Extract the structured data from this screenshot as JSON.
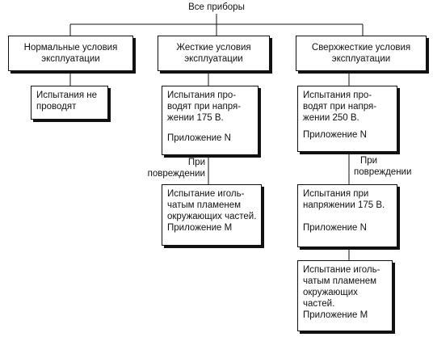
{
  "diagram": {
    "root_label": "Все приборы",
    "columns": [
      {
        "header": [
          "Нормальные условия",
          "эксплуатации"
        ],
        "steps": [
          {
            "lines": [
              "Испытания не",
              "проводят"
            ],
            "appendix": ""
          }
        ]
      },
      {
        "header": [
          "Жесткие условия",
          "эксплуатации"
        ],
        "steps": [
          {
            "lines": [
              "Испытания про-",
              "водят при напря-",
              "жении 175 В."
            ],
            "appendix": "Приложение N"
          },
          {
            "lines": [
              "Испытание иголь-",
              "чатым пламенем",
              "окружающих частей."
            ],
            "appendix": "Приложение М"
          }
        ],
        "condition": [
          "При",
          "повреждении"
        ]
      },
      {
        "header": [
          "Сверхжесткие условия",
          "эксплуатации"
        ],
        "steps": [
          {
            "lines": [
              "Испытания про-",
              "водят при напря-",
              "жении 250 В."
            ],
            "appendix": "Приложение N"
          },
          {
            "lines": [
              "Испытания при",
              "напряжении 175 В."
            ],
            "appendix": "Приложение N"
          },
          {
            "lines": [
              "Испытание иголь-",
              "чатым пламенем",
              "окружающих",
              "частей."
            ],
            "appendix": "Приложение М"
          }
        ],
        "condition": [
          "При",
          "повреждении"
        ]
      }
    ]
  }
}
